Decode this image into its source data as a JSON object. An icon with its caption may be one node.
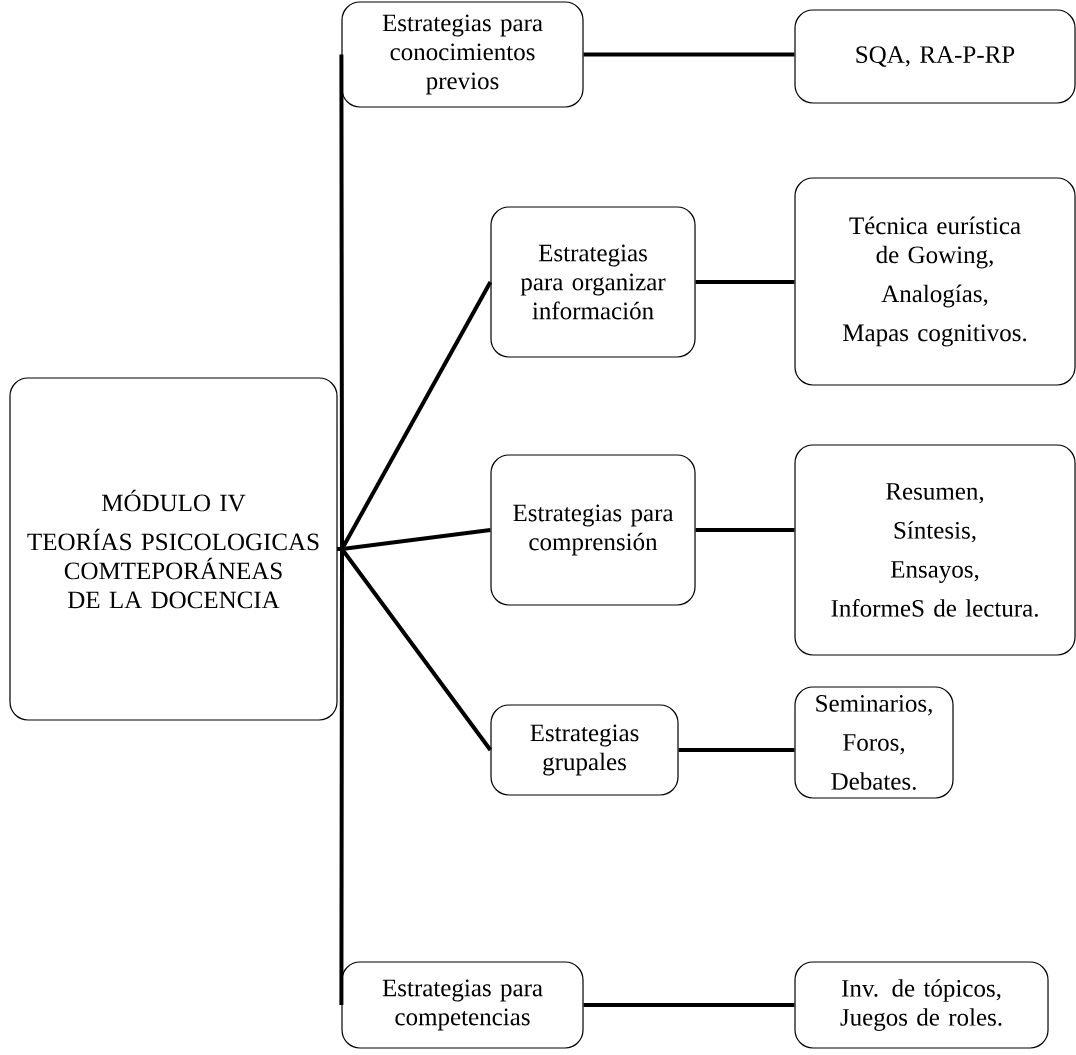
{
  "diagram": {
    "nodes": [
      {
        "text": [
          "MÓDULO  IV",
          "TEORÍAS PSICOLOGICAS COMTEPORÁNEAS DE LA DOCENCIA"
        ]
      },
      {
        "text": [
          "Estrategias para conocimientos previos"
        ]
      },
      {
        "text": [
          "SQA, RA-P-RP"
        ]
      },
      {
        "text": [
          "Estrategias para organizar información"
        ]
      },
      {
        "text": [
          "Técnica eurística de Gowing,",
          "Analogías,",
          "Mapas cognitivos."
        ]
      },
      {
        "text": [
          "Estrategias para comprensión"
        ]
      },
      {
        "text": [
          "Resumen,",
          "Síntesis,",
          "Ensayos,",
          "InformeS de lectura."
        ]
      },
      {
        "text": [
          "Estrategias grupales"
        ]
      },
      {
        "text": [
          "Seminarios,",
          "Foros,",
          "Debates."
        ]
      },
      {
        "text": [
          "Estrategias para competencias"
        ]
      },
      {
        "text": [
          "Inv. de tópicos, Juegos de roles."
        ]
      }
    ],
    "edges": [
      {
        "from": 0,
        "to": 1,
        "arrow": "none"
      },
      {
        "from": 0,
        "to": 3,
        "arrow": "none"
      },
      {
        "from": 0,
        "to": 5,
        "arrow": "none"
      },
      {
        "from": 0,
        "to": 7,
        "arrow": "none"
      },
      {
        "from": 0,
        "to": 9,
        "arrow": "none"
      },
      {
        "from": 1,
        "to": 2,
        "arrow": "none"
      },
      {
        "from": 3,
        "to": 4,
        "arrow": "none"
      },
      {
        "from": 5,
        "to": 6,
        "arrow": "none"
      },
      {
        "from": 7,
        "to": 8,
        "arrow": "none"
      },
      {
        "from": 9,
        "to": 10,
        "arrow": "none"
      }
    ]
  }
}
